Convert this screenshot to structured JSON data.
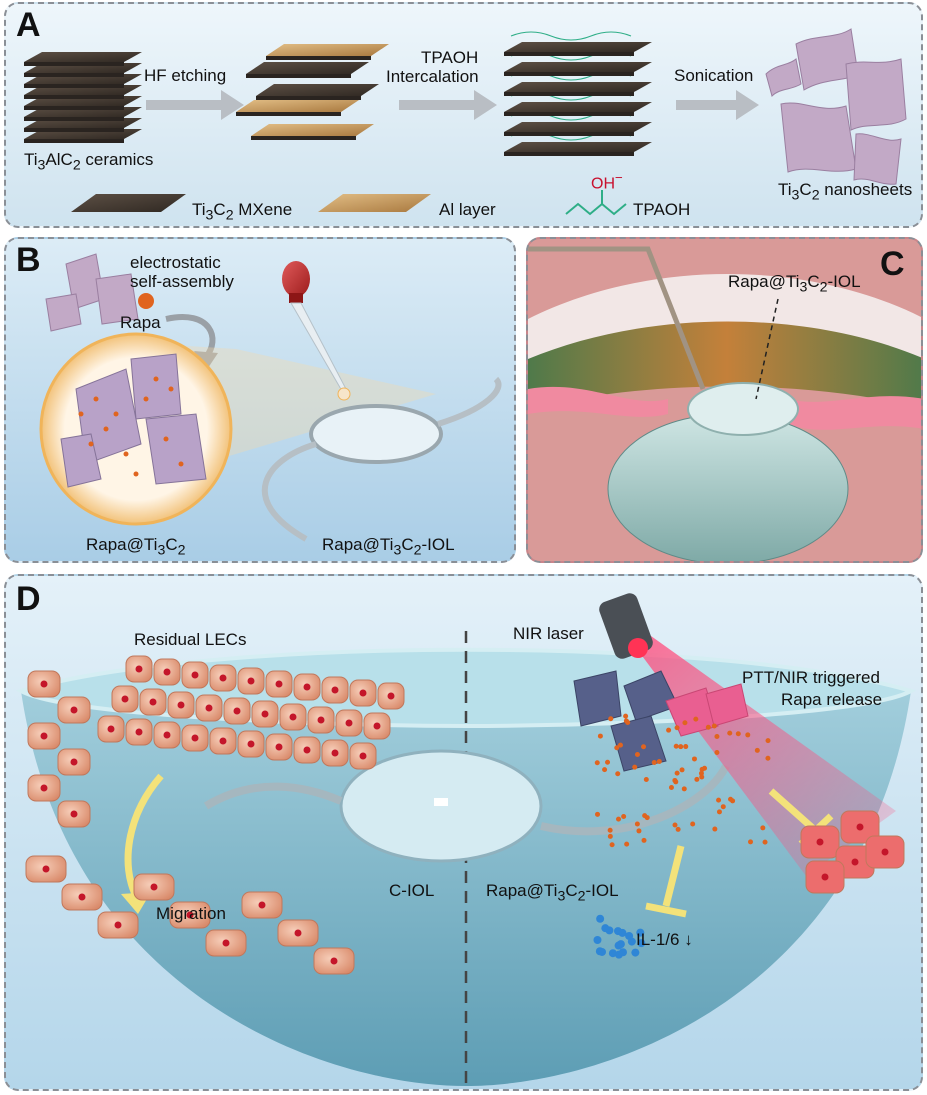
{
  "panelA": {
    "label": "A",
    "step1": "HF etching",
    "step2_line1": "TPAOH",
    "step2_line2": "Intercalation",
    "step3": "Sonication",
    "start_a": "Ti",
    "start_b": "3",
    "start_c": "AlC",
    "start_d": "2",
    "start_e": " ceramics",
    "end_a": "Ti",
    "end_b": "3",
    "end_c": "C",
    "end_d": "2",
    "end_e": " nanosheets",
    "legend_mx_a": "Ti",
    "legend_mx_b": "3",
    "legend_mx_c": "C",
    "legend_mx_d": "2",
    "legend_mx_e": " MXene",
    "legend_al": "Al  layer",
    "legend_tpaoh": "TPAOH",
    "oh": "OH",
    "oh_sup": "−"
  },
  "panelB": {
    "label": "B",
    "assembly_line1": "electrostatic",
    "assembly_line2": "self-assembly",
    "rapa": "Rapa",
    "complex_a": "Rapa@Ti",
    "complex_b": "3",
    "complex_c": "C",
    "complex_d": "2",
    "iol_a": "Rapa@Ti",
    "iol_b": "3",
    "iol_c": "C",
    "iol_d": "2",
    "iol_e": "-IOL"
  },
  "panelC": {
    "label": "C",
    "iol_a": "Rapa@Ti",
    "iol_b": "3",
    "iol_c": "C",
    "iol_d": "2",
    "iol_e": "-IOL"
  },
  "panelD": {
    "label": "D",
    "lecs": "Residual LECs",
    "laser": "NIR laser",
    "ptt_line1": "PTT/NIR triggered",
    "ptt_line2": "Rapa release",
    "migration": "Migration",
    "ciol": "C-IOL",
    "riol_a": "Rapa@Ti",
    "riol_b": "3",
    "riol_c": "C",
    "riol_d": "2",
    "riol_e": "-IOL",
    "il": "IL-1/6 ↓"
  },
  "colors": {
    "arrow": "#b9bec4",
    "sheet_dark": "#4a4038",
    "sheet_gold": "#c79a5d",
    "nanosheet": "#c2a9c6",
    "rapa_dot": "#e0641f",
    "cell": "#e9a58b",
    "nucleus": "#c4162a",
    "inhibit": "#f3e27a",
    "il_dot": "#2f86d6",
    "laser_beam": "#ff4d7d"
  }
}
